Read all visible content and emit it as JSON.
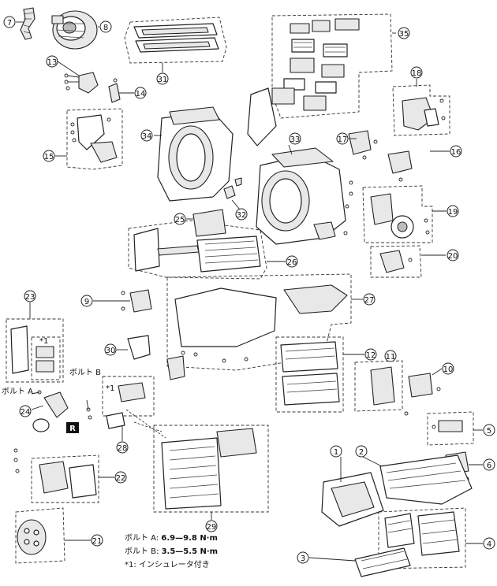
{
  "callouts": [
    {
      "id": "c1",
      "label": "1"
    },
    {
      "id": "c2",
      "label": "2"
    },
    {
      "id": "c3",
      "label": "3"
    },
    {
      "id": "c4",
      "label": "4"
    },
    {
      "id": "c5",
      "label": "5"
    },
    {
      "id": "c6",
      "label": "6"
    },
    {
      "id": "c7",
      "label": "7"
    },
    {
      "id": "c8",
      "label": "8"
    },
    {
      "id": "c9",
      "label": "9"
    },
    {
      "id": "c10",
      "label": "10"
    },
    {
      "id": "c11",
      "label": "11"
    },
    {
      "id": "c12",
      "label": "12"
    },
    {
      "id": "c13",
      "label": "13"
    },
    {
      "id": "c14",
      "label": "14"
    },
    {
      "id": "c15",
      "label": "15"
    },
    {
      "id": "c16",
      "label": "16"
    },
    {
      "id": "c17",
      "label": "17"
    },
    {
      "id": "c18",
      "label": "18"
    },
    {
      "id": "c19",
      "label": "19"
    },
    {
      "id": "c20",
      "label": "20"
    },
    {
      "id": "c21",
      "label": "21"
    },
    {
      "id": "c22",
      "label": "22"
    },
    {
      "id": "c23",
      "label": "23"
    },
    {
      "id": "c24",
      "label": "24"
    },
    {
      "id": "c25",
      "label": "25"
    },
    {
      "id": "c26",
      "label": "26"
    },
    {
      "id": "c27",
      "label": "27"
    },
    {
      "id": "c28",
      "label": "28"
    },
    {
      "id": "c29",
      "label": "29"
    },
    {
      "id": "c30",
      "label": "30"
    },
    {
      "id": "c31",
      "label": "31"
    },
    {
      "id": "c32",
      "label": "32"
    },
    {
      "id": "c33",
      "label": "33"
    },
    {
      "id": "c34",
      "label": "34"
    },
    {
      "id": "c35",
      "label": "35"
    }
  ],
  "labels": {
    "bolt_a": "ボルト A",
    "bolt_b": "ボルト B",
    "star1_a": "*1",
    "star1_b": "*1",
    "r_mark": "R"
  },
  "legend": {
    "bolt_a_name": "ボルト A: ",
    "bolt_a_value": "6.9—9.8 N·m",
    "bolt_b_name": "ボルト B: ",
    "bolt_b_value": "3.5—5.5 N·m",
    "note": "*1: インシュレータ付き"
  }
}
